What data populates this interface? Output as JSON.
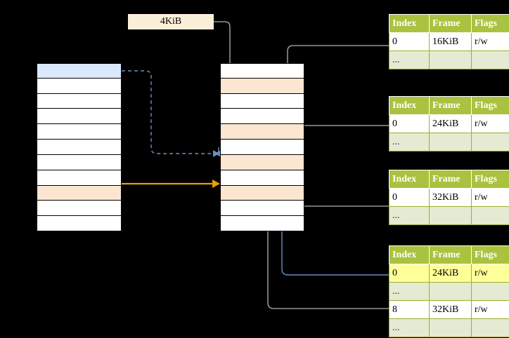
{
  "label": {
    "size": "4KiB",
    "name": "page-size-label"
  },
  "colors": {
    "blue_row": "#dae8fc",
    "peach_row": "#fce6d2",
    "header_green": "#a9c23f",
    "even_row": "#e5ead3",
    "highlight": "#ffff99",
    "orange_arrow": "#e8a000",
    "blue_arrow": "#6c8ebf",
    "gray_arrow": "#b3b3b3"
  },
  "left_stack": {
    "name": "virtual-address-space",
    "rows": [
      {
        "fill": "blue"
      },
      {
        "fill": "white"
      },
      {
        "fill": "white"
      },
      {
        "fill": "white"
      },
      {
        "fill": "white"
      },
      {
        "fill": "white"
      },
      {
        "fill": "white"
      },
      {
        "fill": "white"
      },
      {
        "fill": "peach"
      },
      {
        "fill": "white"
      },
      {
        "fill": "white"
      }
    ]
  },
  "middle_stack": {
    "name": "physical-memory",
    "rows": [
      {
        "fill": "white"
      },
      {
        "fill": "peach"
      },
      {
        "fill": "white"
      },
      {
        "fill": "white"
      },
      {
        "fill": "peach"
      },
      {
        "fill": "white"
      },
      {
        "fill": "peach"
      },
      {
        "fill": "white"
      },
      {
        "fill": "peach"
      },
      {
        "fill": "white"
      },
      {
        "fill": "white"
      }
    ]
  },
  "tables": [
    {
      "name": "page-table-1",
      "headers": [
        "Index",
        "Frame",
        "Flags"
      ],
      "rows": [
        {
          "cells": [
            "0",
            "16KiB",
            "r/w"
          ],
          "band": "odd",
          "highlight": []
        },
        {
          "cells": [
            "...",
            "",
            ""
          ],
          "band": "even",
          "highlight": []
        }
      ]
    },
    {
      "name": "page-table-2",
      "headers": [
        "Index",
        "Frame",
        "Flags"
      ],
      "rows": [
        {
          "cells": [
            "0",
            "24KiB",
            "r/w"
          ],
          "band": "odd",
          "highlight": []
        },
        {
          "cells": [
            "...",
            "",
            ""
          ],
          "band": "even",
          "highlight": []
        }
      ]
    },
    {
      "name": "page-table-3",
      "headers": [
        "Index",
        "Frame",
        "Flags"
      ],
      "rows": [
        {
          "cells": [
            "0",
            "32KiB",
            "r/w"
          ],
          "band": "odd",
          "highlight": []
        },
        {
          "cells": [
            "...",
            "",
            ""
          ],
          "band": "even",
          "highlight": []
        }
      ]
    },
    {
      "name": "page-table-4",
      "headers": [
        "Index",
        "Frame",
        "Flags"
      ],
      "rows": [
        {
          "cells": [
            "0",
            "24KiB",
            "r/w"
          ],
          "band": "odd",
          "highlight": [
            1,
            2
          ]
        },
        {
          "cells": [
            "...",
            "",
            ""
          ],
          "band": "even",
          "highlight": []
        },
        {
          "cells": [
            "8",
            "32KiB",
            "r/w"
          ],
          "band": "odd",
          "highlight": []
        },
        {
          "cells": [
            "...",
            "",
            ""
          ],
          "band": "even",
          "highlight": []
        }
      ]
    }
  ]
}
